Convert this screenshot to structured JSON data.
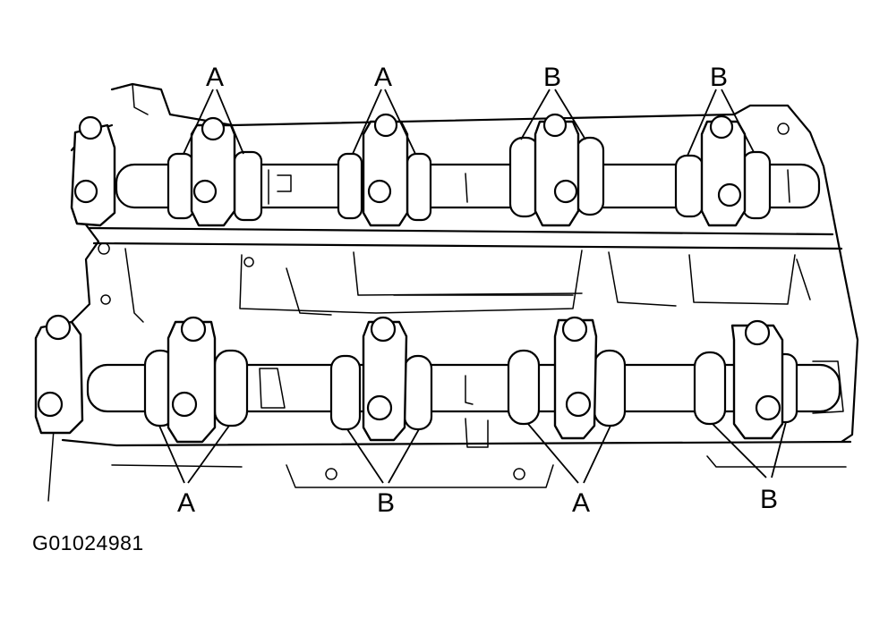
{
  "figure": {
    "id": "G01024981",
    "callouts": {
      "top": [
        "A",
        "A",
        "B",
        "B"
      ],
      "bottom": [
        "A",
        "B",
        "A",
        "B"
      ]
    }
  }
}
